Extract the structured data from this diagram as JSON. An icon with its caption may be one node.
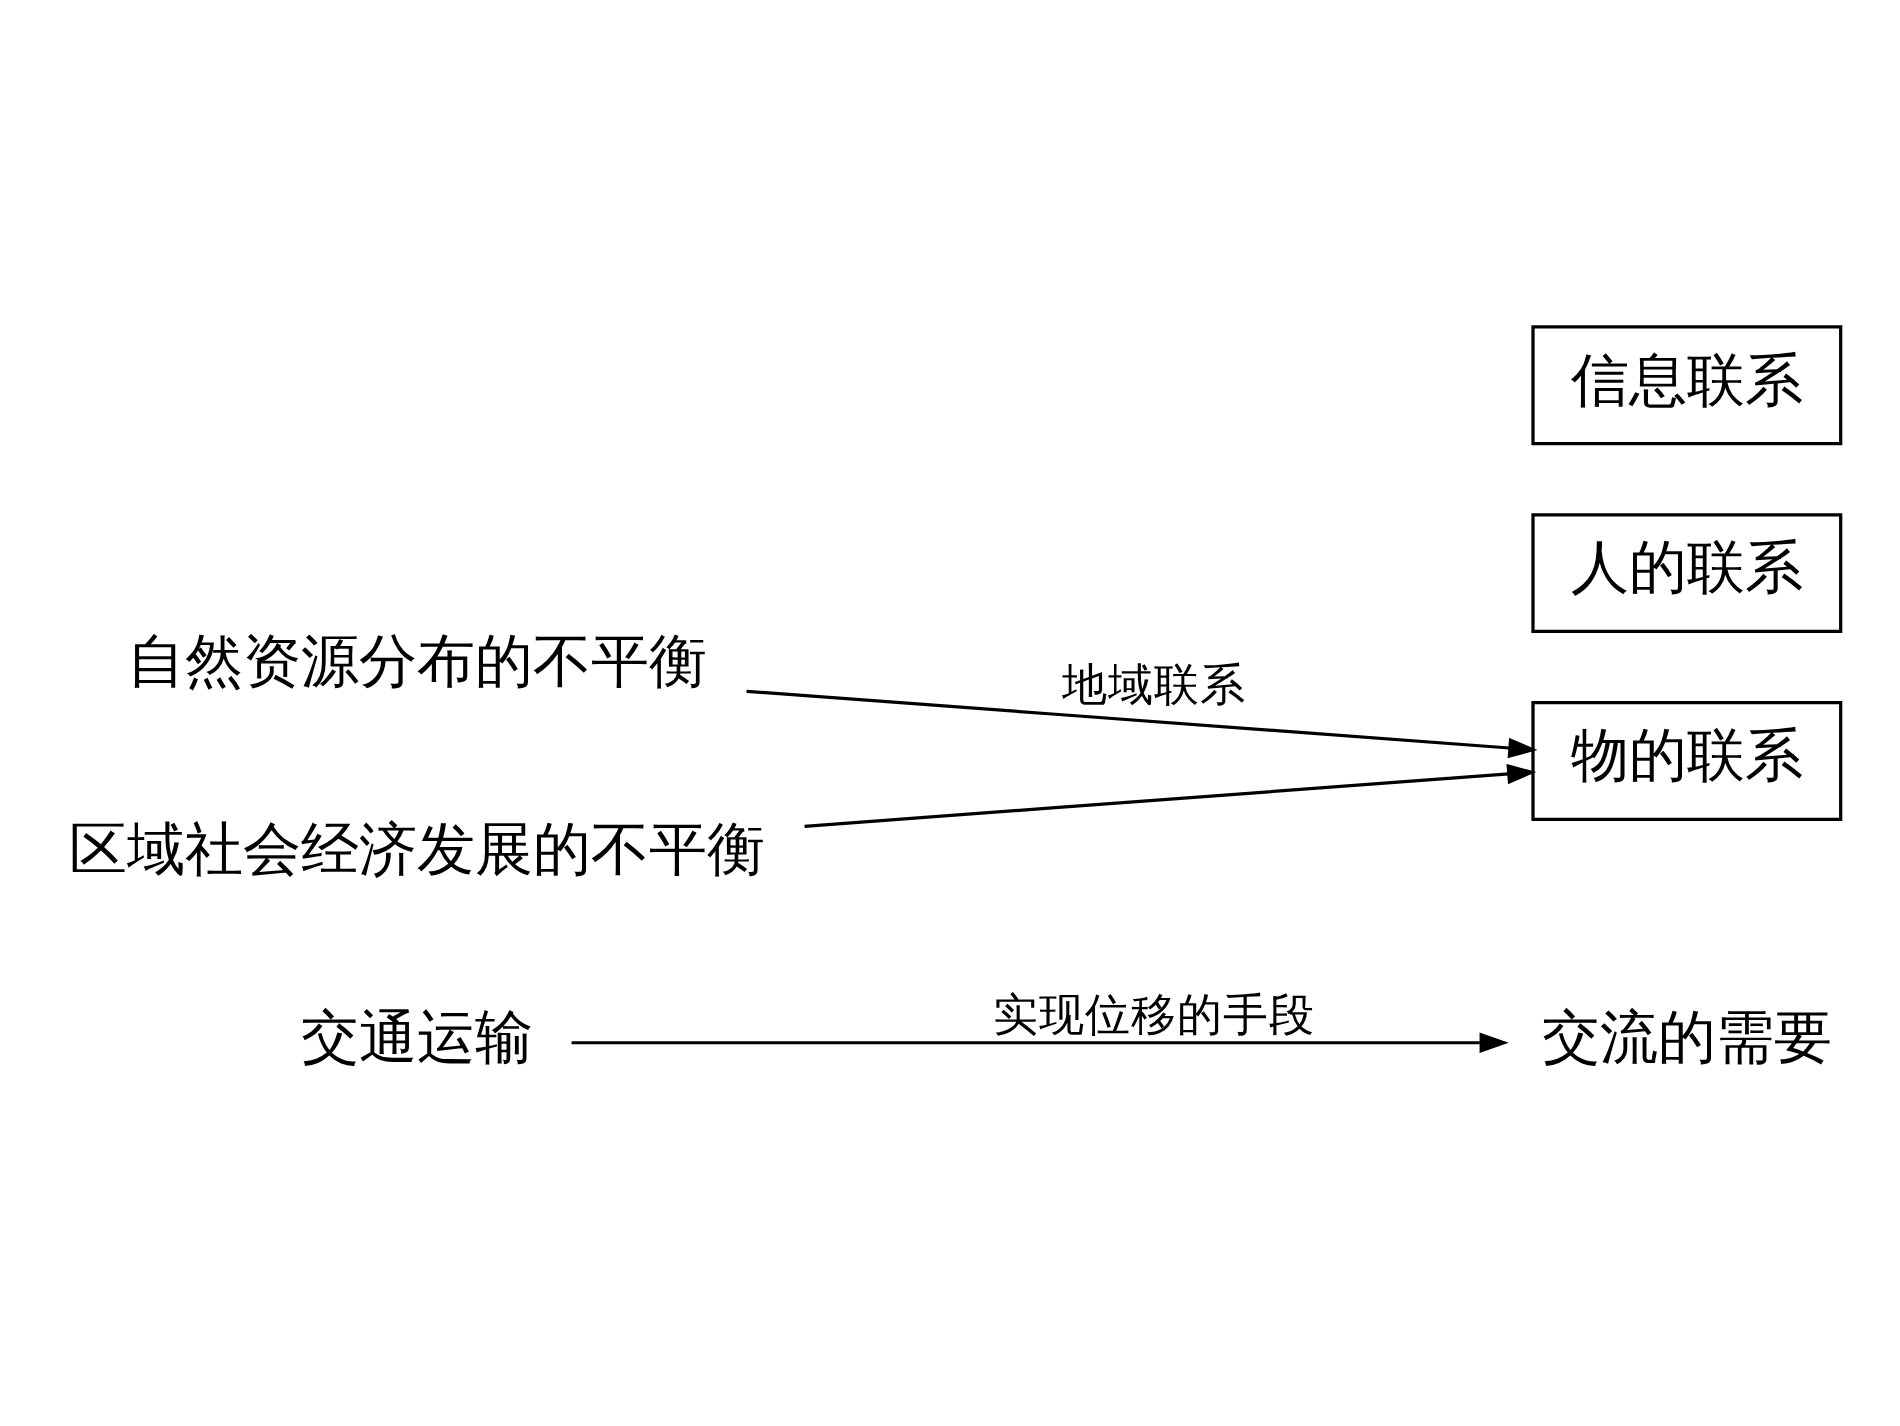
{
  "diagram": {
    "nodes": [
      {
        "text": [
          "交通运输"
        ]
      },
      {
        "text": [
          "交流的需要"
        ]
      },
      {
        "text": [
          "自然资源分布的不平衡"
        ]
      },
      {
        "text": [
          "区域社会经济发展的不平衡"
        ]
      },
      {
        "text": [
          "人的联系"
        ]
      },
      {
        "text": [
          "物的联系"
        ]
      },
      {
        "text": [
          "信息联系"
        ]
      }
    ],
    "edges": [
      {
        "from": 0,
        "to": 1,
        "arrow": "to",
        "label": "实现位移的手段"
      },
      {
        "from": 2,
        "to": 5,
        "arrow": "to",
        "label": "地域联系"
      },
      {
        "from": 3,
        "to": 5,
        "arrow": "to"
      }
    ]
  }
}
